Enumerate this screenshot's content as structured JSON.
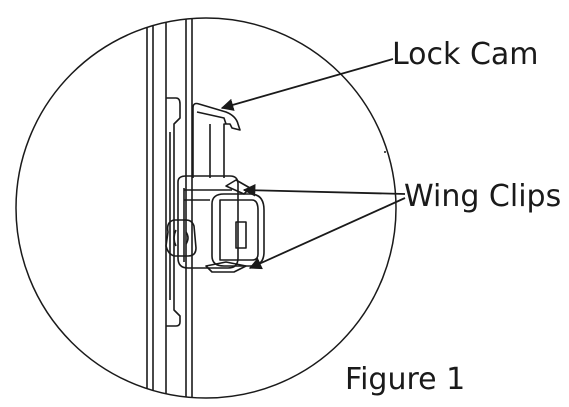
{
  "labels": {
    "lock_cam": "Lock Cam",
    "wing_clips": "Wing Clips",
    "figure": "Figure 1"
  },
  "colors": {
    "line": "#1a1a1a",
    "background": "#ffffff"
  }
}
